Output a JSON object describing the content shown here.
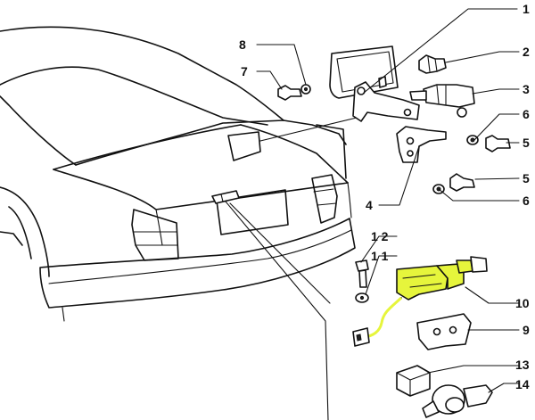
{
  "callouts": {
    "c1": "1",
    "c2": "2",
    "c3": "3",
    "c4": "4",
    "c5a": "5",
    "c5b": "5",
    "c6a": "6",
    "c6b": "6",
    "c7": "7",
    "c8": "8",
    "c9": "9",
    "c10": "10",
    "c11": "1 1",
    "c12": "1 2",
    "c13": "13",
    "c14": "14"
  },
  "colors": {
    "highlight": "#e6f53c",
    "line": "#111111",
    "background": "#ffffff"
  }
}
